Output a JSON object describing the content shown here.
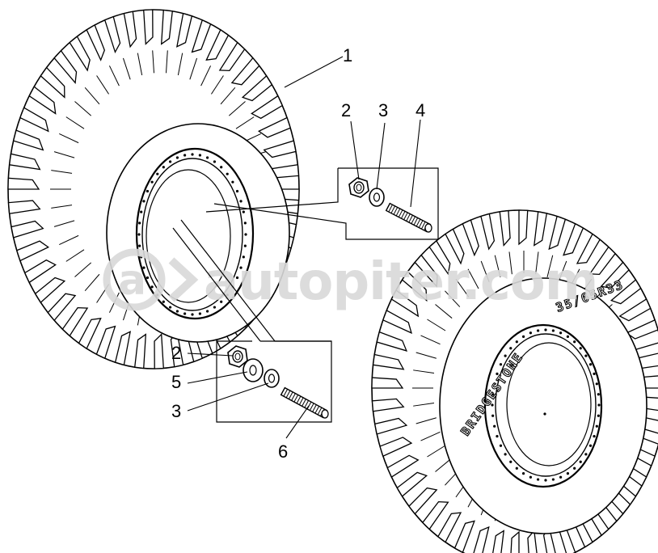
{
  "watermark": {
    "text": "autopiter.com"
  },
  "tire_brand": {
    "brand": "BRIDGESTONE",
    "size_code": "35/65R33"
  },
  "callouts": {
    "c1": "1",
    "c2_top": "2",
    "c3_top": "3",
    "c4": "4",
    "c2_bottom": "2",
    "c5": "5",
    "c3_bottom": "3",
    "c6": "6"
  },
  "colors": {
    "line": "#000000",
    "watermark": "#d9d9d9",
    "background": "#ffffff"
  }
}
